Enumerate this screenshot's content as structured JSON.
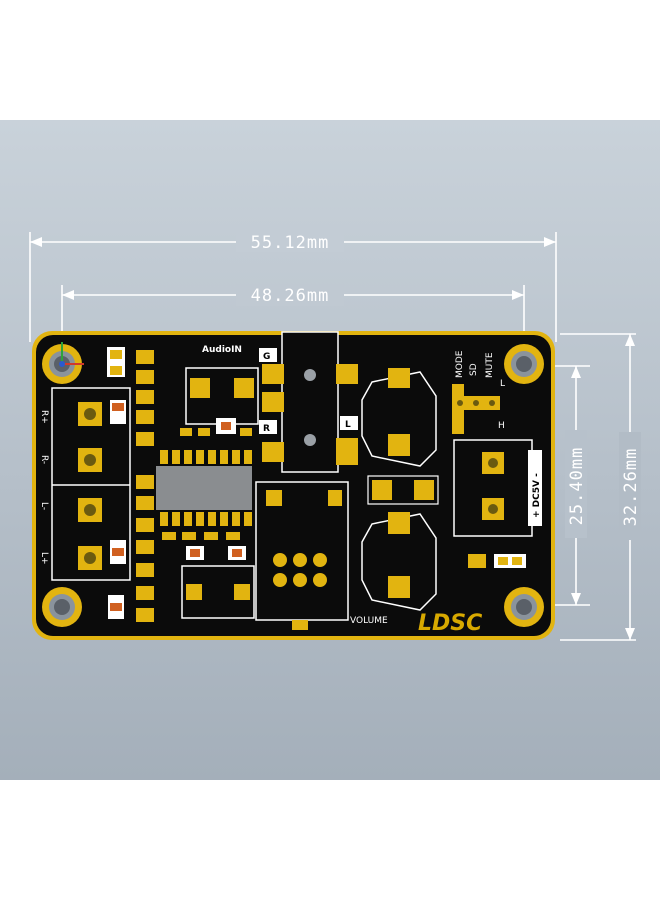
{
  "dimensions": {
    "overall_width": "55.12mm",
    "hole_spacing_x": "48.26mm",
    "hole_spacing_y": "25.40mm",
    "overall_height": "32.26mm"
  },
  "silkscreen": {
    "audio_in": "AudioIN",
    "input_g": "G",
    "input_r": "R",
    "input_l": "L",
    "out_r_plus": "R+",
    "out_r_minus": "R-",
    "out_l_minus": "L-",
    "out_l_plus": "L+",
    "mode": "MODE",
    "sd": "SD",
    "mute": "MUTE",
    "level_l": "L",
    "level_h": "H",
    "power": "+ DC5V -",
    "volume": "VOLUME",
    "brand": "LDSC"
  },
  "colors": {
    "board": "#0b0b0b",
    "gold": "#e2b410",
    "silkscreen": "#ffffff",
    "background": "#b9c3cd"
  }
}
